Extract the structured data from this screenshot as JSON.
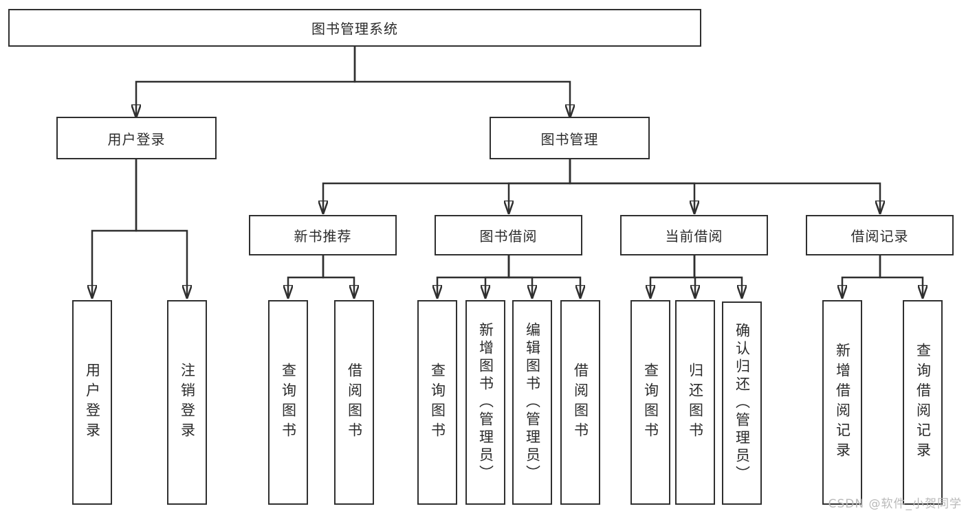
{
  "diagram": {
    "type": "hierarchy-tree",
    "title": "图书管理系统",
    "colors": {
      "line": "#2f2f2f",
      "box_border": "#2f2f2f",
      "box_fill": "#ffffff",
      "text": "#2b2b2b",
      "background": "#ffffff",
      "watermark": "#b9b9b9"
    },
    "nodes": {
      "root": {
        "label": "图书管理系统"
      },
      "level2": [
        {
          "id": "user-login",
          "label": "用户登录",
          "parent": "图书管理系统"
        },
        {
          "id": "book-management",
          "label": "图书管理",
          "parent": "图书管理系统"
        }
      ],
      "level3": [
        {
          "id": "new-book-recommend",
          "label": "新书推荐",
          "parent": "图书管理"
        },
        {
          "id": "book-borrowing",
          "label": "图书借阅",
          "parent": "图书管理"
        },
        {
          "id": "current-borrowing",
          "label": "当前借阅",
          "parent": "图书管理"
        },
        {
          "id": "borrowing-records",
          "label": "借阅记录",
          "parent": "图书管理"
        }
      ],
      "level4": [
        {
          "id": "leaf-user-login",
          "label": "用户登录",
          "parent": "用户登录"
        },
        {
          "id": "leaf-logout",
          "label": "注销登录",
          "parent": "用户登录"
        },
        {
          "id": "leaf-query-books-recommend",
          "label": "查询图书",
          "parent": "新书推荐"
        },
        {
          "id": "leaf-borrow-books-recommend",
          "label": "借阅图书",
          "parent": "新书推荐"
        },
        {
          "id": "leaf-query-books-borrowing",
          "label": "查询图书",
          "parent": "图书借阅"
        },
        {
          "id": "leaf-add-books-admin",
          "label": "新增图书（管理员）",
          "parent": "图书借阅"
        },
        {
          "id": "leaf-edit-books-admin",
          "label": "编辑图书（管理员）",
          "parent": "图书借阅"
        },
        {
          "id": "leaf-borrow-books-borrowing",
          "label": "借阅图书",
          "parent": "图书借阅"
        },
        {
          "id": "leaf-query-books-current",
          "label": "查询图书",
          "parent": "当前借阅"
        },
        {
          "id": "leaf-return-books",
          "label": "归还图书",
          "parent": "当前借阅"
        },
        {
          "id": "leaf-confirm-return-admin",
          "label": "确认归还（管理员）",
          "parent": "当前借阅"
        },
        {
          "id": "leaf-add-borrow-record",
          "label": "新增借阅记录",
          "parent": "借阅记录"
        },
        {
          "id": "leaf-query-borrow-record",
          "label": "查询借阅记录",
          "parent": "借阅记录"
        }
      ]
    }
  },
  "watermark": "CSDN @软件_小贺同学"
}
